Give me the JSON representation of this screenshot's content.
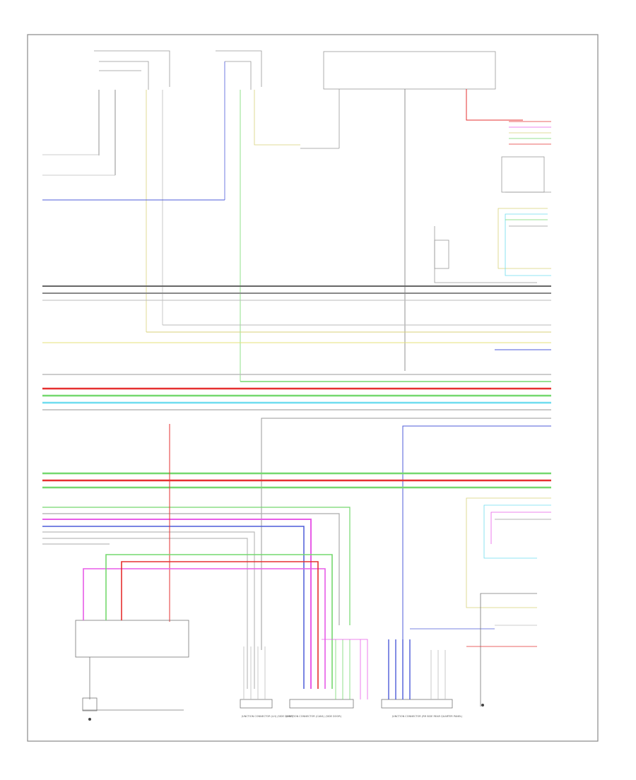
{
  "diagram": {
    "page_id": "",
    "wire_colors": {
      "gray": "#8a8a8a",
      "blue": "#4d5bd9",
      "yellow": "#e6e27a",
      "green": "#74d86e",
      "red": "#e53030",
      "cyan": "#6fdcef",
      "magenta": "#e85ce8",
      "black": "#222222"
    },
    "connectors": [
      "JUNCTION CONNECTOR (LH) (SIDE DOOR)",
      "JUNCTION CONNECTOR (CAN1) (SIDE DOOR)",
      "JUNCTION CONNECTOR (RR SIDE REAR QUARTER PANEL)"
    ]
  }
}
